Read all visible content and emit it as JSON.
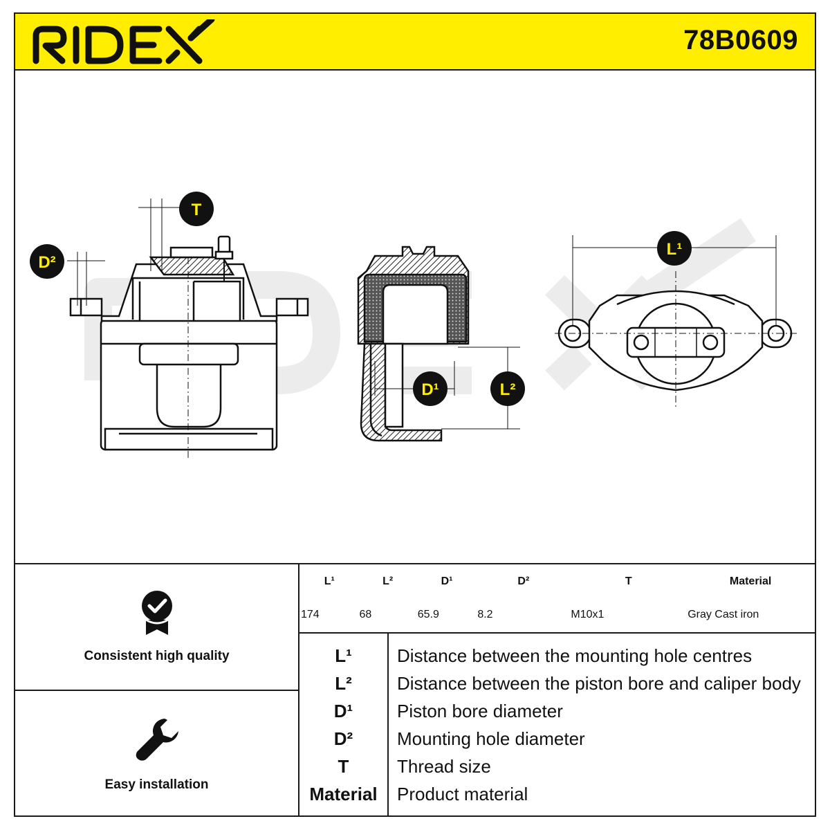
{
  "header": {
    "brand": "RIDEX",
    "part_number": "78B0609"
  },
  "drawing": {
    "badges": {
      "t": "T",
      "d2": "D²",
      "d1": "D¹",
      "l2": "L²",
      "l1": "L¹"
    },
    "watermark": "RIDEX"
  },
  "features": [
    {
      "icon": "quality-badge-icon",
      "label": "Consistent high quality"
    },
    {
      "icon": "wrench-icon",
      "label": "Easy installation"
    }
  ],
  "specs": {
    "headers": [
      "L¹",
      "L²",
      "D¹",
      "D²",
      "T",
      "Material"
    ],
    "values": [
      "174",
      "68",
      "65.9",
      "8.2",
      "M10x1",
      "Gray Cast iron"
    ]
  },
  "legend": [
    {
      "key": "L¹",
      "desc": "Distance between the mounting hole centres"
    },
    {
      "key": "L²",
      "desc": "Distance between the piston bore and caliper body"
    },
    {
      "key": "D¹",
      "desc": "Piston bore diameter"
    },
    {
      "key": "D²",
      "desc": "Mounting hole diameter"
    },
    {
      "key": "T",
      "desc": "Thread size"
    },
    {
      "key": "Material",
      "desc": "Product material"
    }
  ],
  "colors": {
    "brand_yellow": "#ffee00",
    "ink": "#111111"
  }
}
